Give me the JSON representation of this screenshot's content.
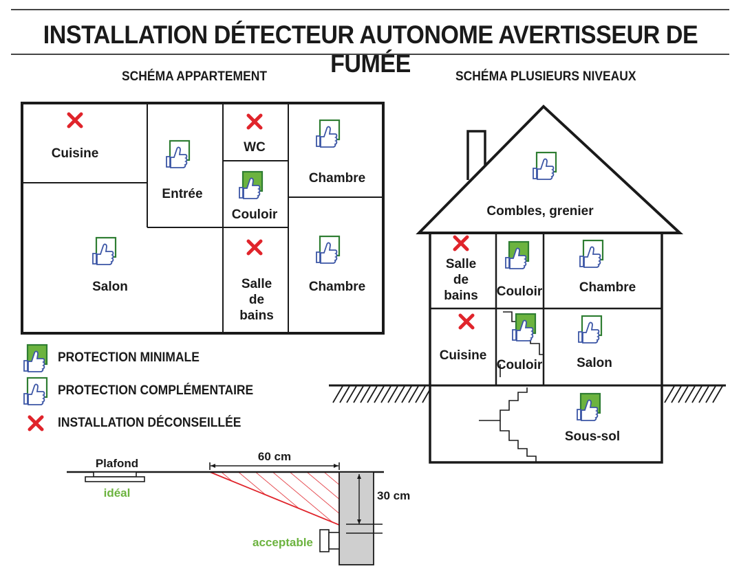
{
  "title": "INSTALLATION DÉTECTEUR AUTONOME AVERTISSEUR DE FUMÉE",
  "apartment": {
    "heading": "SCHÉMA APPARTEMENT",
    "rooms": {
      "cuisine": "Cuisine",
      "entree": "Entrée",
      "wc": "WC",
      "chambre1": "Chambre",
      "couloir": "Couloir",
      "salon": "Salon",
      "sdb1": "Salle",
      "sdb2": "de",
      "sdb3": "bains",
      "chambre2": "Chambre"
    }
  },
  "house": {
    "heading": "SCHÉMA PLUSIEURS NIVEAUX",
    "rooms": {
      "combles": "Combles, grenier",
      "sdb1": "Salle",
      "sdb2": "de",
      "sdb3": "bains",
      "couloir_top": "Couloir",
      "chambre": "Chambre",
      "cuisine": "Cuisine",
      "couloir_mid": "Couloir",
      "salon": "Salon",
      "soussol": "Sous-sol"
    }
  },
  "legend": {
    "minimal": "PROTECTION MINIMALE",
    "complementaire": "PROTECTION COMPLÉMENTAIRE",
    "deconseille": "INSTALLATION DÉCONSEILLÉE"
  },
  "ceiling": {
    "plafond": "Plafond",
    "ideal": "idéal",
    "dist_horizontal": "60 cm",
    "dist_vertical": "30 cm",
    "acceptable": "acceptable"
  },
  "colors": {
    "minimal_fill": "#6cb33f",
    "frame": "#2e7d32",
    "thumb": "#3b55a5",
    "cross": "#e0242b",
    "ideal_text": "#6cb33f"
  }
}
